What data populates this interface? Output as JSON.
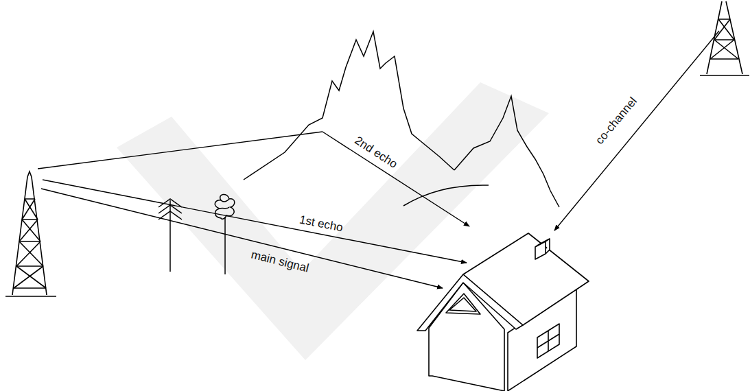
{
  "diagram": {
    "labels": [
      "main signal",
      "1st echo",
      "2nd echo",
      "co-channel"
    ]
  }
}
